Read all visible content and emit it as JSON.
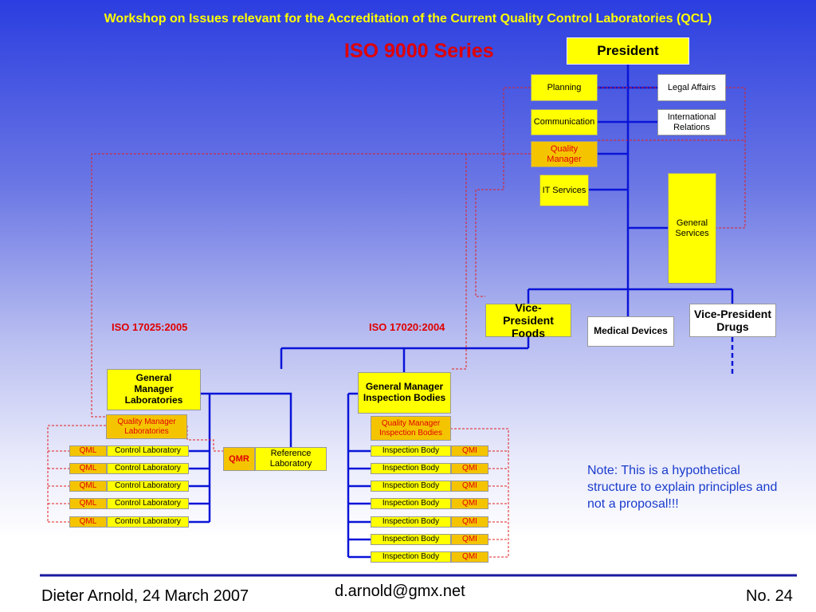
{
  "header": {
    "title": "Workshop on Issues relevant for the Accreditation of the Current Quality Control Laboratories (QCL)",
    "series": "ISO 9000 Series"
  },
  "org": {
    "president": "President",
    "planning": "Planning",
    "legal": "Legal Affairs",
    "communication": "Communication",
    "intl": "International Relations",
    "quality": "Quality Manager",
    "it": "IT Services",
    "general_services": "General Services",
    "vp_foods": "Vice-President Foods",
    "medical": "Medical Devices",
    "vp_drugs": "Vice-President Drugs",
    "gm_labs": "General Manager Laboratories",
    "gm_insp": "General Manager Inspection Bodies",
    "qm_labs": "Quality Manager Laboratories",
    "qm_insp": "Quality Manager Inspection Bodies",
    "qmr": "QMR",
    "ref_lab": "Reference Laboratory",
    "qml": "QML",
    "control_lab": "Control Laboratory",
    "insp_body": "Inspection Body",
    "qmi": "QMI"
  },
  "labels": {
    "iso17025": "ISO 17025:2005",
    "iso17020": "ISO 17020:2004"
  },
  "note": "Note: This is a hypothetical structure to explain principles and not a proposal!!!",
  "footer": {
    "author": "Dieter Arnold,  24 March 2007",
    "email": "d.arnold@gmx.net",
    "page": "No. 24"
  },
  "colors": {
    "accent": "#ffff00",
    "title": "#ffff00",
    "series": "#e00000",
    "line": "#0000dd"
  }
}
